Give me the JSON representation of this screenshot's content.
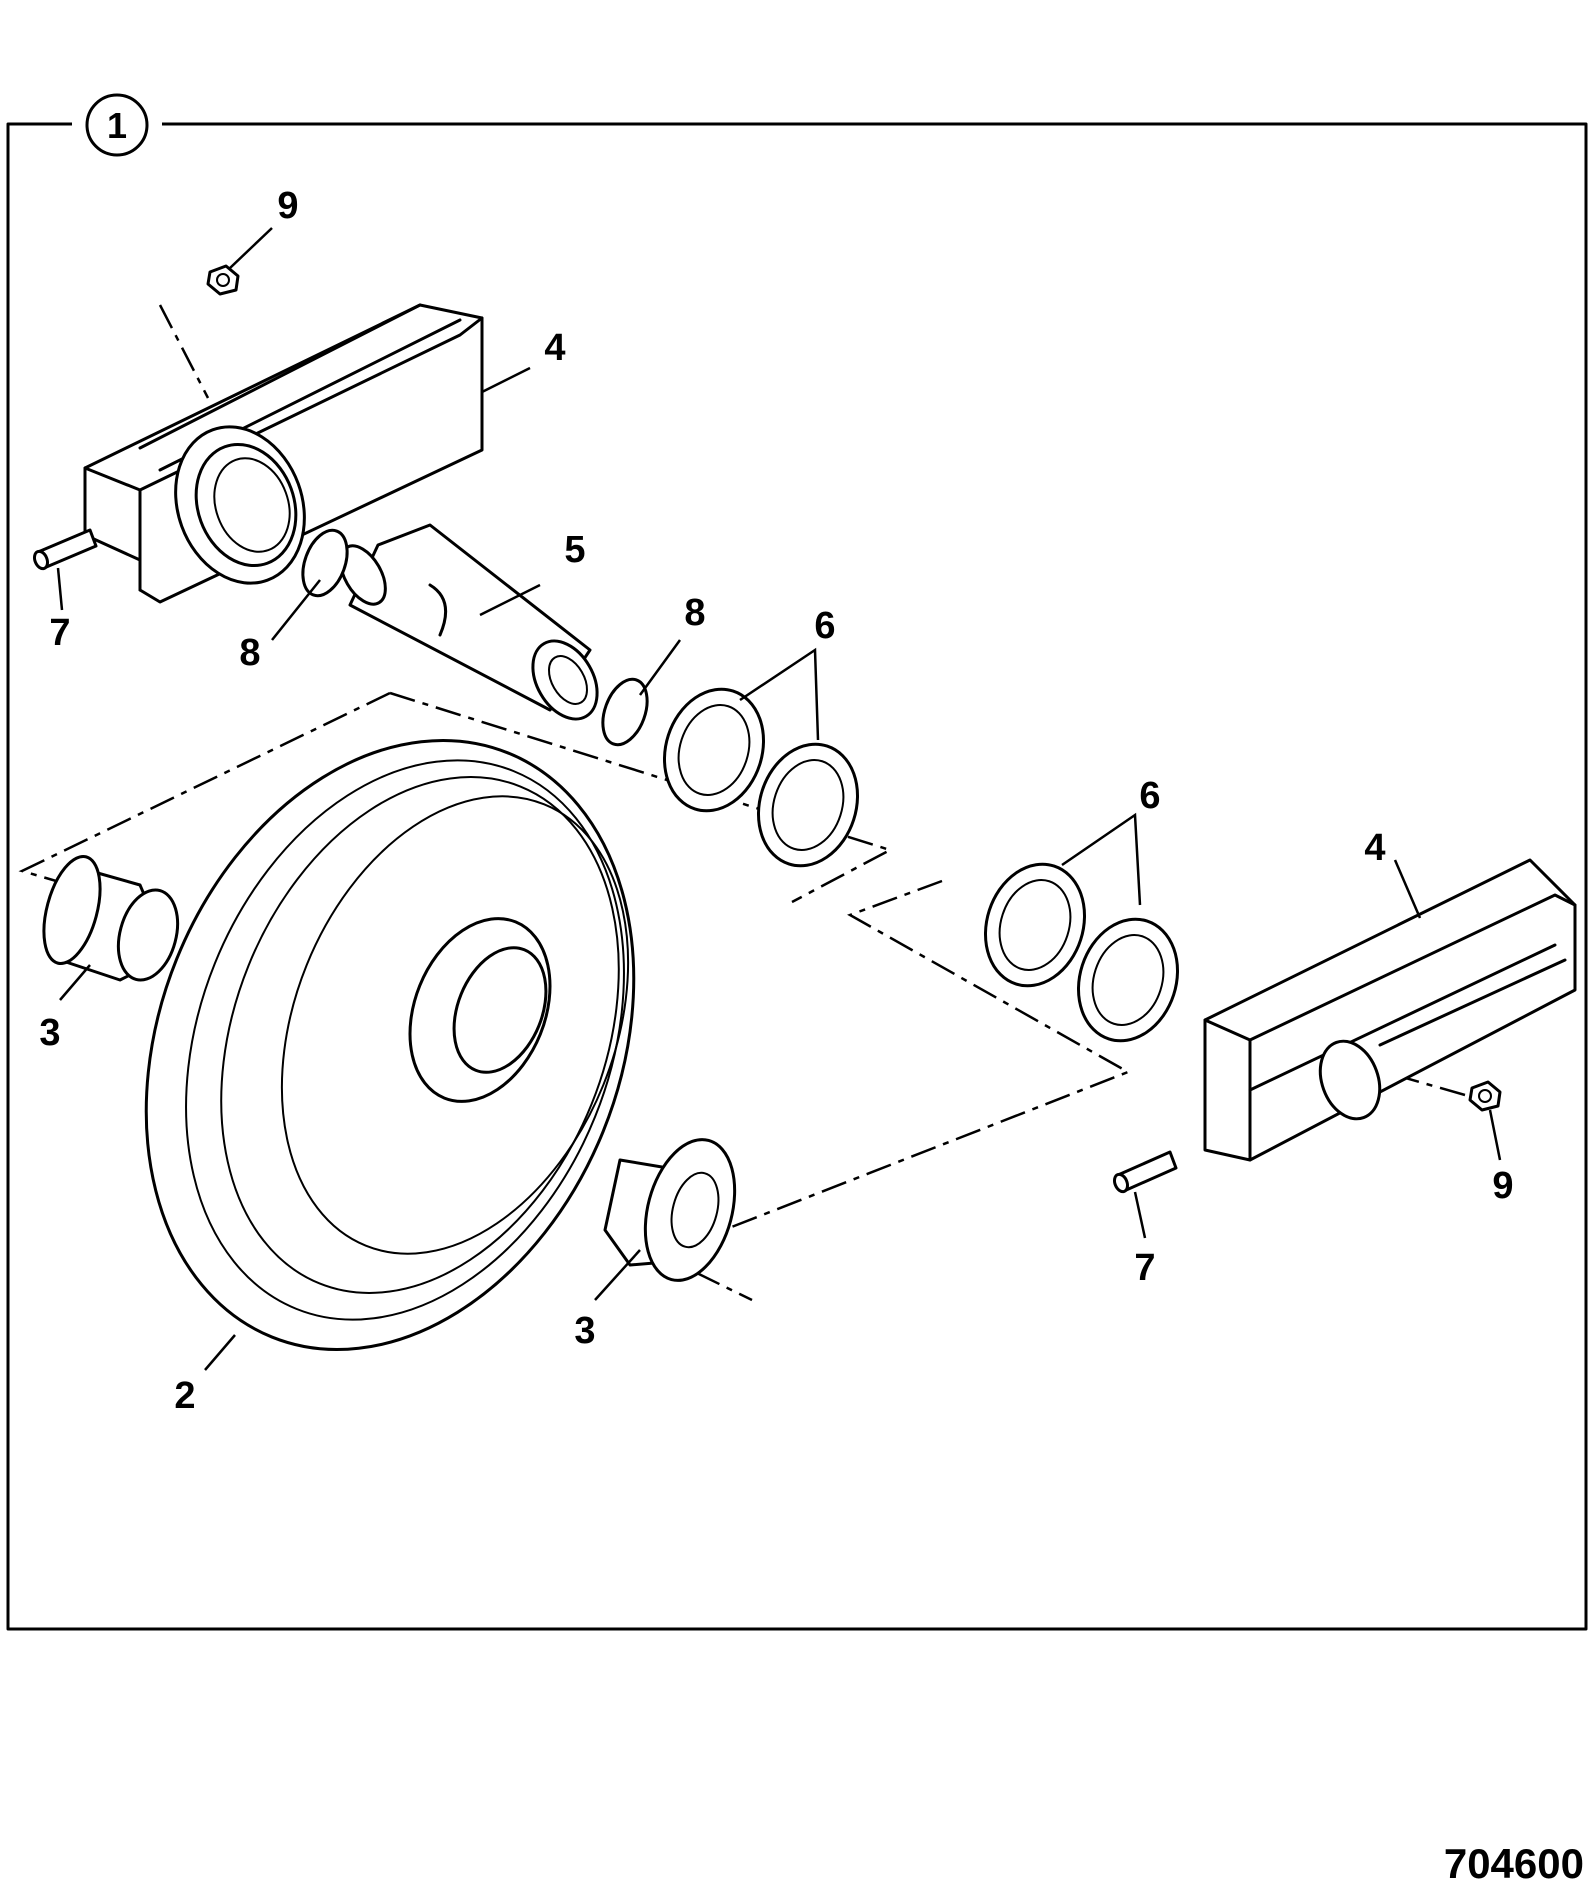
{
  "figure": {
    "reference_number": "1",
    "drawing_number": "704600"
  },
  "callouts": {
    "idler_wheel": "2",
    "bush_left": "3",
    "bush_right": "3",
    "bracket_upper": "4",
    "bracket_lower": "4",
    "shaft": "5",
    "seal_pair_upper": "6",
    "seal_pair_lower": "6",
    "pin_left": "7",
    "pin_right": "7",
    "circlip_left": "8",
    "circlip_right": "8",
    "nipple_upper": "9",
    "nipple_lower": "9"
  }
}
